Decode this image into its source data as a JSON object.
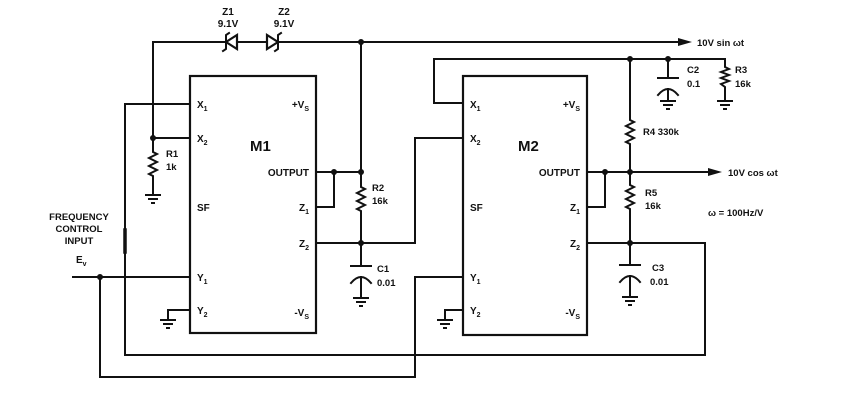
{
  "zeners": [
    {
      "ref": "Z1",
      "value": "9.1V"
    },
    {
      "ref": "Z2",
      "value": "9.1V"
    }
  ],
  "resistors": [
    {
      "ref": "R1",
      "value": "1k"
    },
    {
      "ref": "R2",
      "value": "16k"
    },
    {
      "ref": "R3",
      "value": "16k"
    },
    {
      "ref": "R4",
      "value": "330k"
    },
    {
      "ref": "R5",
      "value": "16k"
    }
  ],
  "capacitors": [
    {
      "ref": "C1",
      "value": "0.01"
    },
    {
      "ref": "C2",
      "value": "0.1"
    },
    {
      "ref": "C3",
      "value": "0.01"
    }
  ],
  "chips": [
    {
      "ref": "M1",
      "pins": {
        "x1": {
          "main": "X",
          "sub": "1"
        },
        "x2": {
          "main": "X",
          "sub": "2"
        },
        "sf": {
          "main": "SF",
          "sub": ""
        },
        "y1": {
          "main": "Y",
          "sub": "1"
        },
        "y2": {
          "main": "Y",
          "sub": "2"
        },
        "vs_pos": {
          "main": "+V",
          "sub": "S"
        },
        "output": {
          "main": "OUTPUT",
          "sub": ""
        },
        "z1": {
          "main": "Z",
          "sub": "1"
        },
        "z2": {
          "main": "Z",
          "sub": "2"
        },
        "vs_neg": {
          "main": "-V",
          "sub": "S"
        }
      }
    },
    {
      "ref": "M2",
      "pins": {
        "x1": {
          "main": "X",
          "sub": "1"
        },
        "x2": {
          "main": "X",
          "sub": "2"
        },
        "sf": {
          "main": "SF",
          "sub": ""
        },
        "y1": {
          "main": "Y",
          "sub": "1"
        },
        "y2": {
          "main": "Y",
          "sub": "2"
        },
        "vs_pos": {
          "main": "+V",
          "sub": "S"
        },
        "output": {
          "main": "OUTPUT",
          "sub": ""
        },
        "z1": {
          "main": "Z",
          "sub": "1"
        },
        "z2": {
          "main": "Z",
          "sub": "2"
        },
        "vs_neg": {
          "main": "-V",
          "sub": "S"
        }
      }
    }
  ],
  "outputs": {
    "sin": "10V sin ωt",
    "cos": "10V cos ωt"
  },
  "input": {
    "lines": [
      "FREQUENCY",
      "CONTROL",
      "INPUT"
    ],
    "symbol": "E",
    "symbol_sub": "v"
  },
  "note": "ω = 100Hz/V"
}
